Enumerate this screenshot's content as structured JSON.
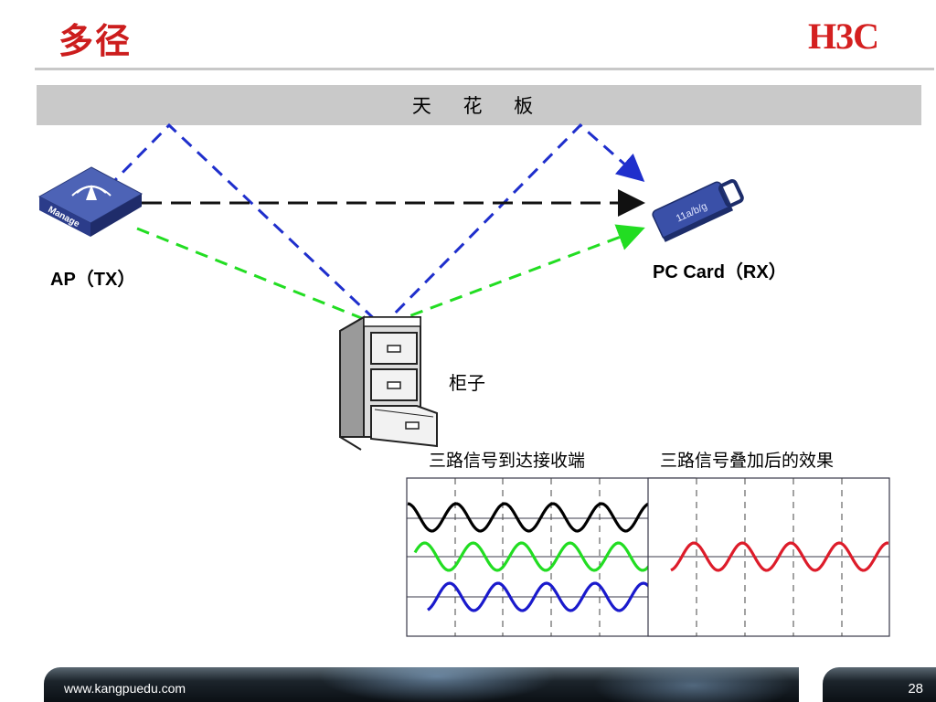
{
  "slide": {
    "title": "多径",
    "logo": "H3C",
    "ceiling_label": "天 花 板",
    "ap_label": "AP（TX）",
    "ap_device_text": "Manage",
    "pc_label": "PC Card（RX）",
    "pc_device_text": "11a/b/g",
    "cabinet_label": "柜子",
    "caption_left": "三路信号到达接收端",
    "caption_right": "三路信号叠加后的效果",
    "footer_url": "www.kangpuedu.com",
    "page_number": "28"
  },
  "colors": {
    "title": "#cc1d1d",
    "reflect_path": "#1f2fcc",
    "direct_path": "#111111",
    "cabinet_path": "#22dd22",
    "wave_black": "#000000",
    "wave_green": "#22dd22",
    "wave_blue": "#1a1acc",
    "wave_result": "#dd1c2a"
  }
}
